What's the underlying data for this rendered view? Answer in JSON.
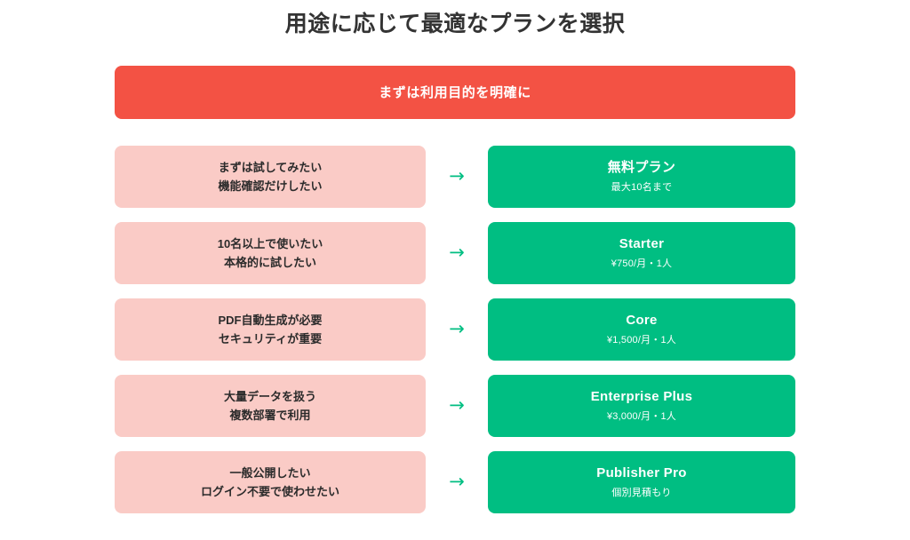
{
  "page": {
    "title": "用途に応じて最適なプランを選択"
  },
  "banner": {
    "label": "まずは利用目的を明確に",
    "color": "#f35244"
  },
  "colors": {
    "need_bg": "#facbc6",
    "plan_bg": "#00be82",
    "arrow": "#00be82",
    "title_text": "#333333"
  },
  "arrow_glyph": "→",
  "rows": [
    {
      "need_line1": "まずは試してみたい",
      "need_line2": "機能確認だけしたい",
      "arrow": "→",
      "plan_name": "無料プラン",
      "plan_detail": "最大10名まで"
    },
    {
      "need_line1": "10名以上で使いたい",
      "need_line2": "本格的に試したい",
      "arrow": "→",
      "plan_name": "Starter",
      "plan_detail": "¥750/月・1人"
    },
    {
      "need_line1": "PDF自動生成が必要",
      "need_line2": "セキュリティが重要",
      "arrow": "→",
      "plan_name": "Core",
      "plan_detail": "¥1,500/月・1人"
    },
    {
      "need_line1": "大量データを扱う",
      "need_line2": "複数部署で利用",
      "arrow": "→",
      "plan_name": "Enterprise Plus",
      "plan_detail": "¥3,000/月・1人"
    },
    {
      "need_line1": "一般公開したい",
      "need_line2": "ログイン不要で使わせたい",
      "arrow": "→",
      "plan_name": "Publisher Pro",
      "plan_detail": "個別見積もり"
    }
  ]
}
